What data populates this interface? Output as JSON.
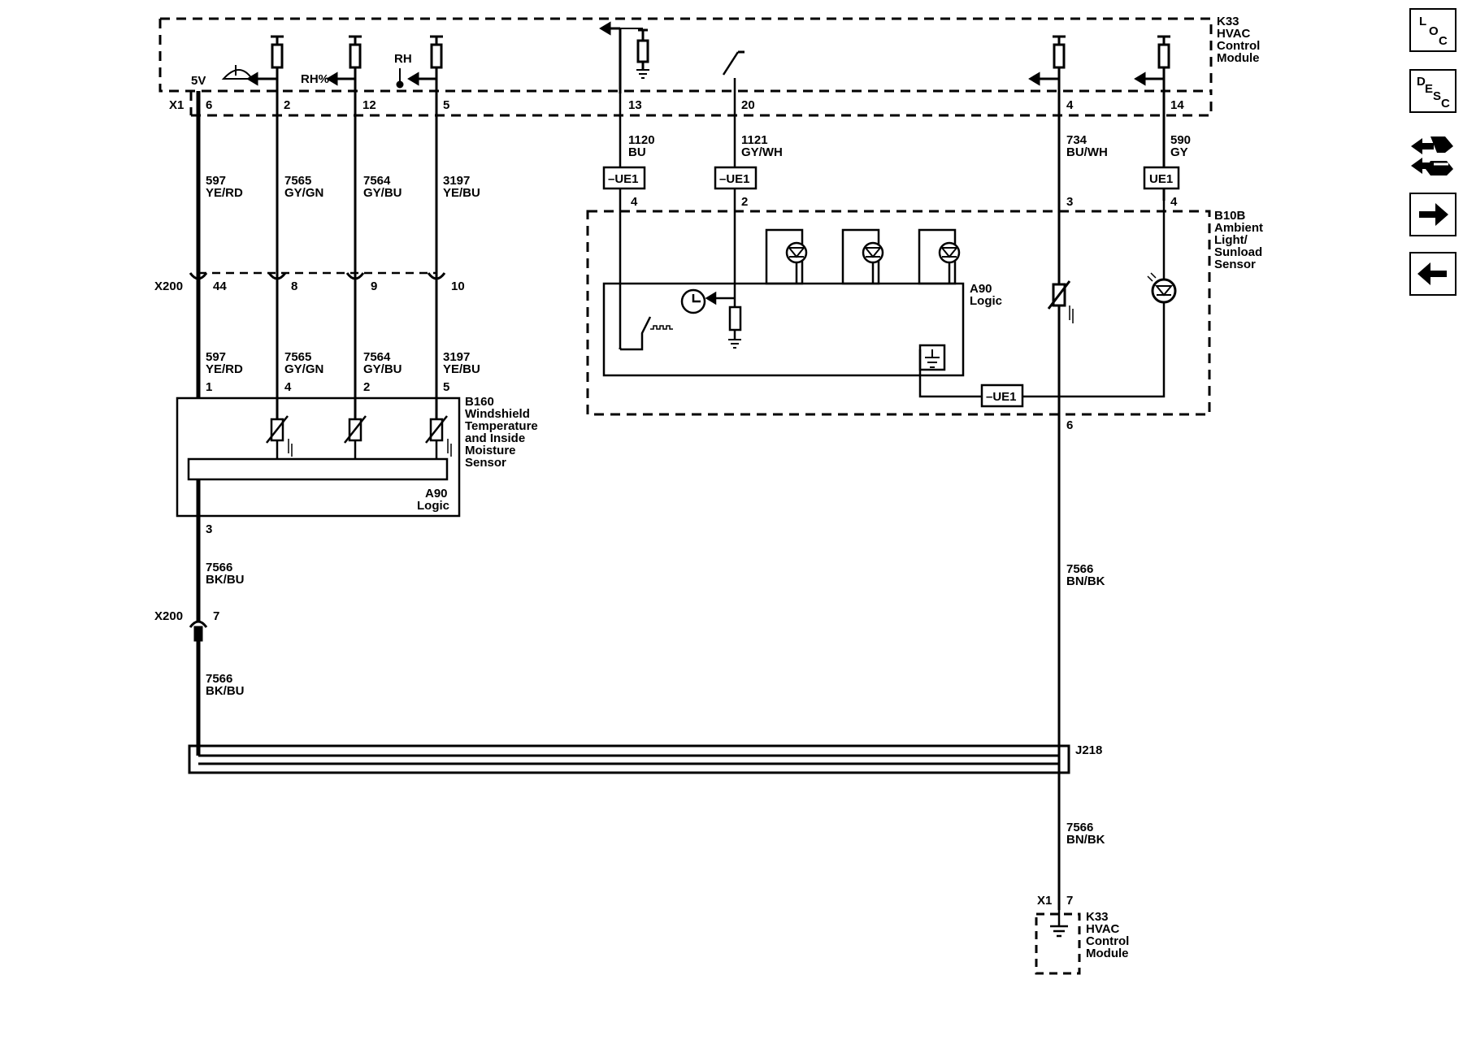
{
  "labels": {
    "k33_top": [
      "K33",
      "HVAC",
      "Control",
      "Module"
    ],
    "x1_top": "X1",
    "pins_top": [
      "6",
      "2",
      "12",
      "5",
      "13",
      "20",
      "4",
      "14"
    ],
    "five_v": "5V",
    "rh_pct": "RH%",
    "rh": "RH",
    "wire_597": [
      "597",
      "YE/RD"
    ],
    "wire_7565": [
      "7565",
      "GY/GN"
    ],
    "wire_7564": [
      "7564",
      "GY/BU"
    ],
    "wire_3197": [
      "3197",
      "YE/BU"
    ],
    "wire_1120": [
      "1120",
      "BU"
    ],
    "wire_1121": [
      "1121",
      "GY/WH"
    ],
    "wire_734": [
      "734",
      "BU/WH"
    ],
    "wire_590": [
      "590",
      "GY"
    ],
    "x200": "X200",
    "x200_pins": [
      "44",
      "8",
      "9",
      "10"
    ],
    "b160_pins": [
      "1",
      "4",
      "2",
      "5"
    ],
    "b160_label": [
      "B160",
      "Windshield",
      "Temperature",
      "and Inside",
      "Moisture",
      "Sensor"
    ],
    "a90": [
      "A90",
      "Logic"
    ],
    "b160_ground_pin": "3",
    "wire_7566_bkbu": [
      "7566",
      "BK/BU"
    ],
    "x200_pin_7": "7",
    "ue1_neg": "–UE1",
    "ue1": "UE1",
    "b10b_pins": [
      "4",
      "2",
      "3",
      "4"
    ],
    "b10b_label": [
      "B10B",
      "Ambient",
      "Light/",
      "Sunload",
      "Sensor"
    ],
    "b10b_ground_pin": "6",
    "wire_7566_bnbk": [
      "7566",
      "BN/BK"
    ],
    "j218": "J218",
    "x1_bottom": "X1",
    "x1_bottom_pin": "7",
    "k33_bottom": [
      "K33",
      "HVAC",
      "Control",
      "Module"
    ]
  },
  "nav": {
    "loc": [
      "L",
      "O",
      "C"
    ],
    "desc": [
      "D",
      "E",
      "S",
      "C"
    ]
  },
  "icons": [
    "location-icon",
    "description-icon",
    "connector-icon",
    "arrow-right-icon",
    "arrow-left-icon"
  ]
}
